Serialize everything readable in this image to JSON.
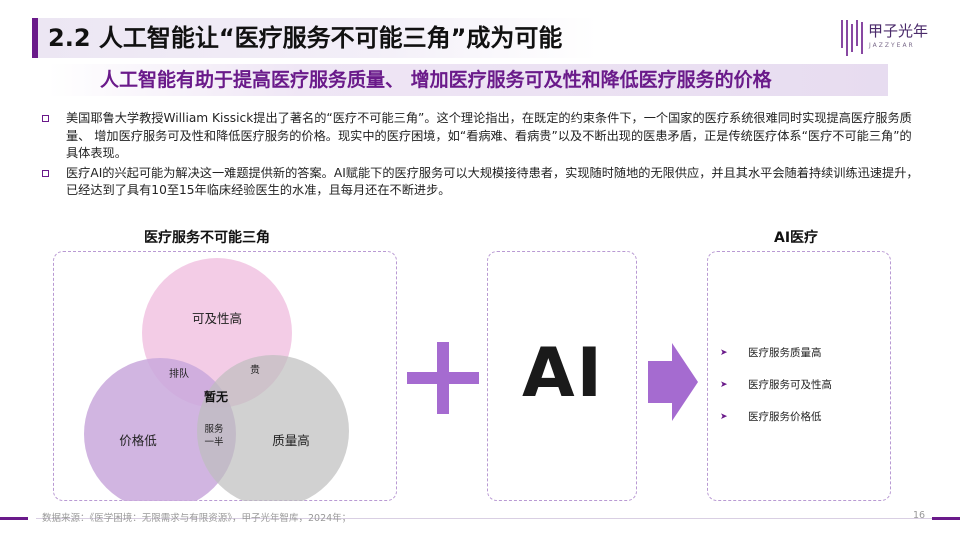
{
  "header": {
    "title": "2.2 人工智能让“医疗服务不可能三角”成为可能",
    "subtitle": "人工智能有助于提高医疗服务质量、 增加医疗服务可及性和降低医疗服务的价格"
  },
  "logo": {
    "name": "甲子光年",
    "sub": "JAZZYEAR"
  },
  "bullets": [
    "美国耶鲁大学教授William Kissick提出了著名的“医疗不可能三角”。这个理论指出，在既定的约束条件下，一个国家的医疗系统很难同时实现提高医疗服务质量、 增加医疗服务可及性和降低医疗服务的价格。现实中的医疗困境，如“看病难、看病贵”以及不断出现的医患矛盾，正是传统医疗体系“医疗不可能三角”的具体表现。",
    "医疗AI的兴起可能为解决这一难题提供新的答案。AI赋能下的医疗服务可以大规模接待患者，实现随时随地的无限供应，并且其水平会随着持续训练迅速提升，已经达到了具有10至15年临床经验医生的水准，且每月还在不断进步。"
  ],
  "left_panel": {
    "title": "医疗服务不可能三角",
    "circles": {
      "top": "可及性高",
      "left": "价格低",
      "right": "质量高"
    },
    "overlaps": {
      "top_left": "排队",
      "top_right": "贵",
      "center": "暂无",
      "bottom_line1": "服务",
      "bottom_line2": "一半"
    },
    "colors": {
      "top": "#f2c6e3",
      "left": "#c9a8dc",
      "right": "#cfcfcf"
    }
  },
  "middle": {
    "label": "AI"
  },
  "right_panel": {
    "title": "AI医疗",
    "items": [
      "医疗服务质量高",
      "医疗服务可及性高",
      "医疗服务价格低"
    ]
  },
  "footer": {
    "source": "数据来源：《医学困境：无限需求与有限资源》，甲子光年智库，2024年；",
    "page": "16"
  },
  "colors": {
    "accent": "#6a1a8a",
    "plus_arrow": "#a56bd0"
  }
}
